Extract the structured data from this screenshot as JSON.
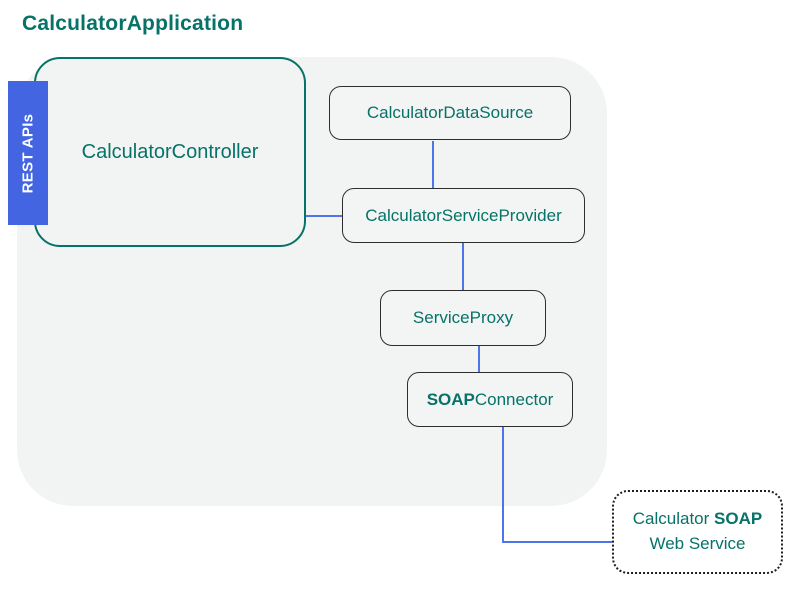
{
  "title": "CalculatorApplication",
  "rest_label": "REST APIs",
  "nodes": {
    "controller": {
      "label": "CalculatorController"
    },
    "data_source": {
      "label": "CalculatorDataSource"
    },
    "service_provider": {
      "label": "CalculatorServiceProvider"
    },
    "service_proxy": {
      "label": "ServiceProxy"
    },
    "soap_connector": {
      "label_bold": "SOAP",
      "label_rest": "Connector"
    },
    "soap_web_service": {
      "line1_text": "Calculator ",
      "line1_bold": "SOAP",
      "line2_text": "Web Service"
    }
  },
  "edges": [
    {
      "from": "CalculatorDataSource",
      "to": "CalculatorServiceProvider"
    },
    {
      "from": "CalculatorController",
      "to": "CalculatorServiceProvider"
    },
    {
      "from": "CalculatorServiceProvider",
      "to": "ServiceProxy"
    },
    {
      "from": "ServiceProxy",
      "to": "SOAPConnector"
    },
    {
      "from": "SOAPConnector",
      "to": "Calculator SOAP Web Service"
    }
  ],
  "colors": {
    "teal_text": "#077268",
    "panel_background": "#F2F4F3",
    "node_background": "#F3F5F4",
    "node_border": "#2E2E2E",
    "rest_badge_blue": "#4365E2",
    "edge_blue": "#4E73EA"
  }
}
